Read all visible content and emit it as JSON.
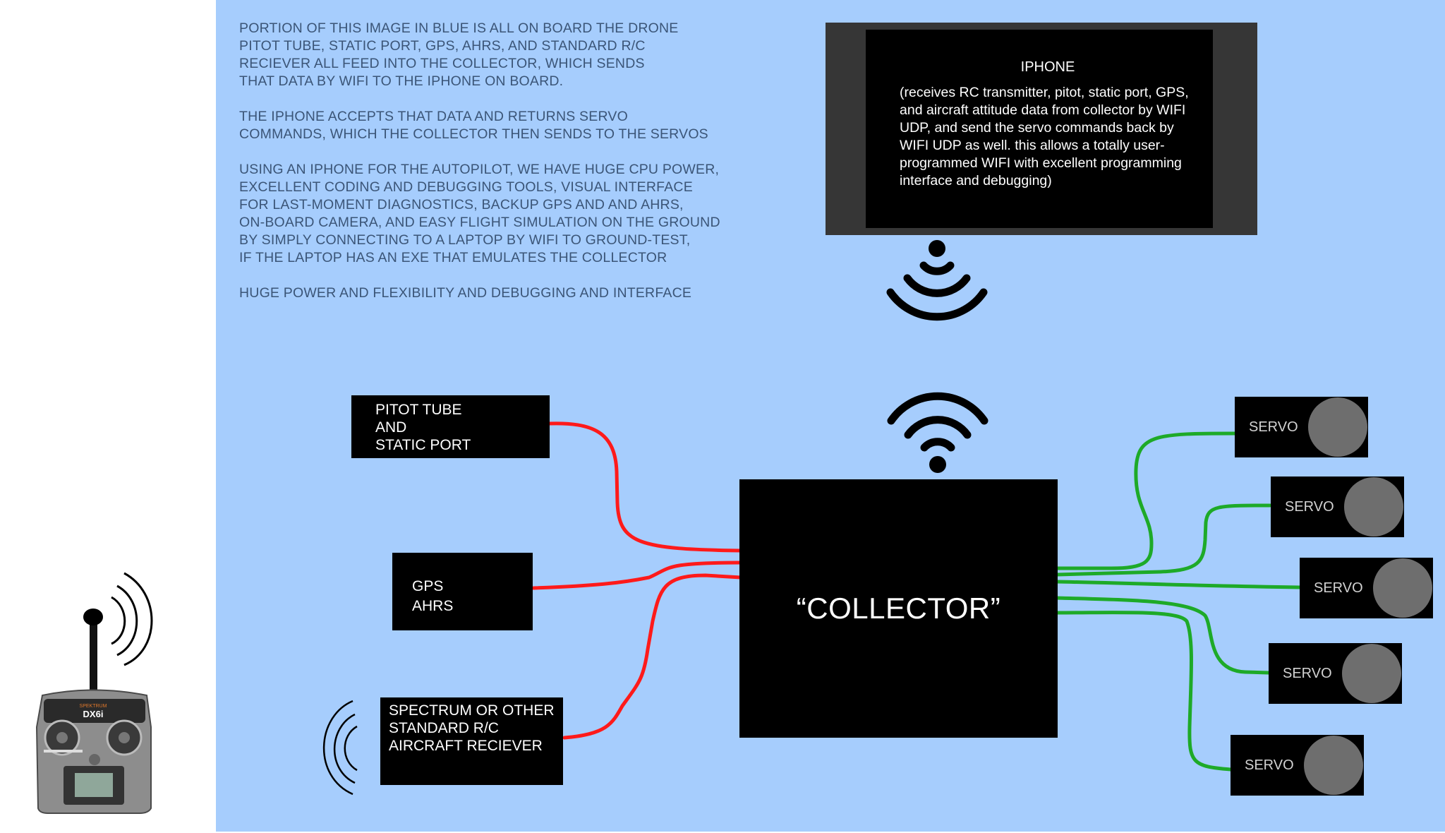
{
  "colors": {
    "diagram_background": "#a6cdfd",
    "page_background": "#ffffff",
    "note_text": "#3b5577",
    "sensor_wire": "#ff1a1a",
    "servo_wire": "#1eaa28",
    "box_fill": "#000000",
    "iphone_frame": "#363636",
    "servo_disc": "#6e6e6e"
  },
  "notes": [
    "PORTION OF THIS IMAGE IN BLUE IS ALL ON BOARD THE DRONE\nPITOT TUBE, STATIC PORT, GPS, AHRS, AND STANDARD R/C\nRECIEVER ALL FEED INTO THE COLLECTOR, WHICH SENDS\nTHAT DATA BY WIFI TO THE IPHONE ON BOARD.",
    "THE IPHONE ACCEPTS THAT DATA AND RETURNS SERVO\nCOMMANDS, WHICH THE COLLECTOR THEN SENDS TO THE SERVOS",
    "USING AN IPHONE FOR THE AUTOPILOT, WE HAVE HUGE CPU POWER,\nEXCELLENT CODING AND DEBUGGING TOOLS, VISUAL INTERFACE\nFOR LAST-MOMENT DIAGNOSTICS, BACKUP GPS AND AND AHRS,\nON-BOARD CAMERA, AND EASY FLIGHT SIMULATION ON THE GROUND\nBY SIMPLY CONNECTING TO A LAPTOP BY WIFI TO GROUND-TEST,\nIF THE LAPTOP HAS AN EXE THAT EMULATES THE COLLECTOR",
    "HUGE POWER AND FLEXIBILITY AND DEBUGGING AND INTERFACE"
  ],
  "iphone": {
    "title": "IPHONE",
    "description": "(receives RC transmitter, pitot, static port, GPS, and aircraft attitude data from collector by WIFI UDP, and send the servo commands back by WIFI UDP as well. this allows a totally user-programmed WIFI with excellent programming interface and debugging)"
  },
  "inputs": {
    "pitot": "PITOT TUBE\nAND\nSTATIC PORT",
    "gps": "GPS\nAHRS",
    "receiver": "SPECTRUM OR OTHER\nSTANDARD R/C\nAIRCRAFT RECIEVER"
  },
  "collector": {
    "label": "“COLLECTOR”"
  },
  "servos": [
    "SERVO",
    "SERVO",
    "SERVO",
    "SERVO",
    "SERVO"
  ],
  "transmitter": {
    "brand": "SPEKTRUM",
    "model": "DX6i"
  },
  "icons": {
    "iphone_wifi": "wifi-icon-inverted",
    "collector_wifi": "wifi-icon",
    "transmitter_signal": "radio-waves-icon",
    "receiver_signal": "radio-waves-icon"
  }
}
